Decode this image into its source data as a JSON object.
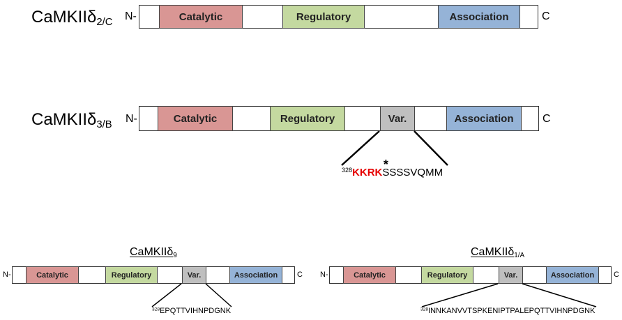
{
  "isoforms": {
    "d2c": {
      "name": "CaMKIIδ",
      "subscript": "2/C",
      "n_term": "N-",
      "c_term": "C",
      "domains": {
        "catalytic": "Catalytic",
        "regulatory": "Regulatory",
        "association": "Association"
      }
    },
    "d3b": {
      "name": "CaMKIIδ",
      "subscript": "3/B",
      "n_term": "N-",
      "c_term": "C",
      "domains": {
        "catalytic": "Catalytic",
        "regulatory": "Regulatory",
        "variable": "Var.",
        "association": "Association"
      },
      "insert": {
        "start_residue": "328",
        "nls_motif": "KKRK",
        "phospho_residue": "S",
        "phospho_mark": "*",
        "remainder": "SSSVQMM"
      }
    },
    "d9": {
      "name": "CaMKIIδ",
      "subscript": "9",
      "n_term": "N-",
      "c_term": "C",
      "domains": {
        "catalytic": "Catalytic",
        "regulatory": "Regulatory",
        "variable": "Var.",
        "association": "Association"
      },
      "insert": {
        "start_residue": "328",
        "sequence": "EPQTTVIHNPDGNK"
      }
    },
    "d1a": {
      "name": "CaMKIIδ",
      "subscript": "1/A",
      "n_term": "N-",
      "c_term": "C",
      "domains": {
        "catalytic": "Catalytic",
        "regulatory": "Regulatory",
        "variable": "Var.",
        "association": "Association"
      },
      "insert": {
        "start_residue": "328",
        "sequence": "INNKANVVTSPKENIPTPALEPQTTVIHNPDGNK"
      }
    }
  },
  "colors": {
    "catalytic": "#d99694",
    "regulatory": "#c4d9a0",
    "variable": "#bfbfbf",
    "association": "#95b3d7",
    "nls_motif": "#e60000"
  }
}
